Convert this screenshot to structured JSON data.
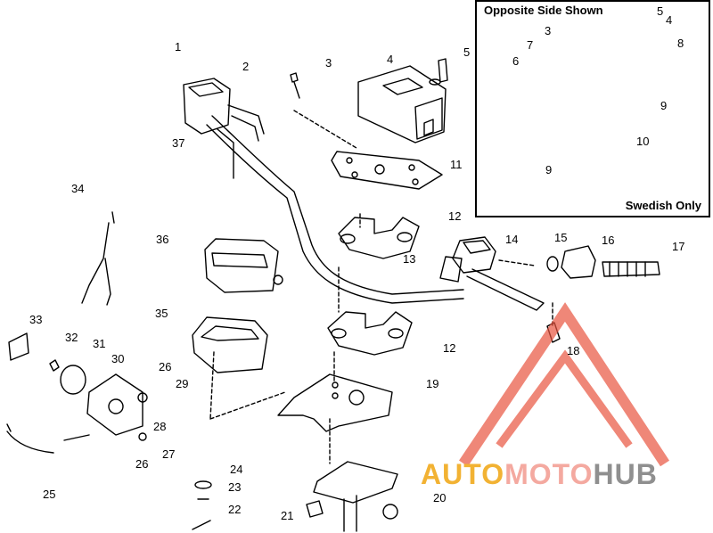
{
  "inset": {
    "title": "Opposite Side Shown",
    "note": "Swedish Only",
    "callouts": [
      "5",
      "4",
      "3",
      "7",
      "8",
      "6",
      "9",
      "10",
      "9"
    ]
  },
  "callouts": [
    "1",
    "2",
    "3",
    "4",
    "5",
    "37",
    "11",
    "12",
    "34",
    "36",
    "14",
    "15",
    "16",
    "17",
    "13",
    "35",
    "12",
    "18",
    "33",
    "32",
    "31",
    "30",
    "26",
    "29",
    "19",
    "28",
    "27",
    "26",
    "25",
    "24",
    "23",
    "22",
    "20",
    "21"
  ],
  "watermark": {
    "part1": "AUTO",
    "part2": "MOTO",
    "part3": "HUB",
    "colors": {
      "auto": "#F2B233",
      "moto": "#F4A9A0",
      "hub": "#8F8F8F",
      "logo": "#E9553F"
    }
  }
}
